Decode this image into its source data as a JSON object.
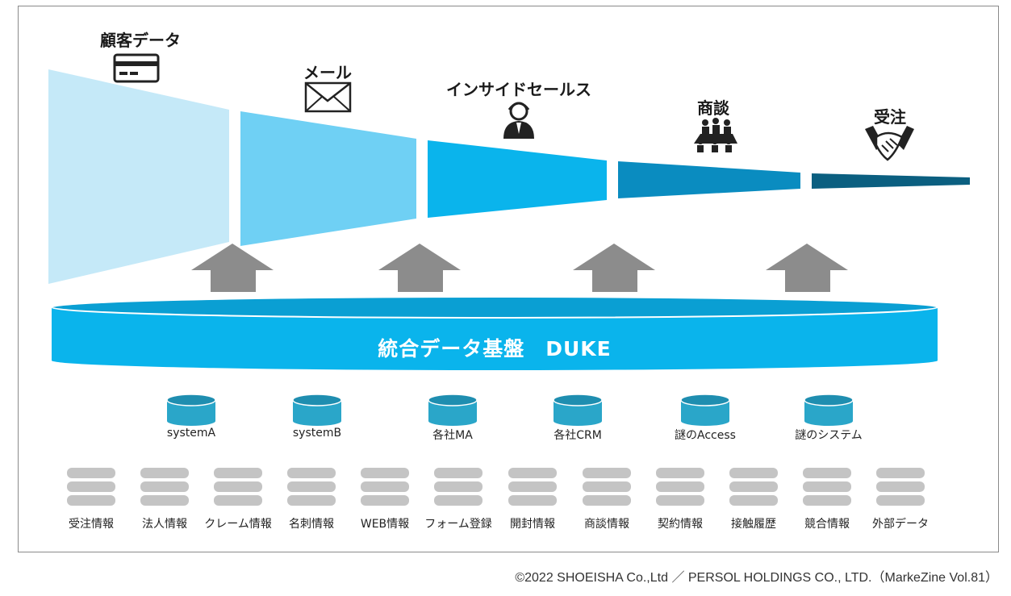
{
  "stages": [
    {
      "label": "顧客データ",
      "icon": "credit-card-icon",
      "color": "#c5e9f8"
    },
    {
      "label": "メール",
      "icon": "envelope-icon",
      "color": "#6fd0f4"
    },
    {
      "label": "インサイドセールス",
      "icon": "headset-person-icon",
      "color": "#0ab4ec"
    },
    {
      "label": "商談",
      "icon": "meeting-people-icon",
      "color": "#0a8cc0"
    },
    {
      "label": "受注",
      "icon": "handshake-icon",
      "color": "#0b5f80"
    }
  ],
  "platform": {
    "title": "統合データ基盤　DUKE",
    "color": "#0ab4ec"
  },
  "systems": [
    "systemA",
    "systemB",
    "各社MA",
    "各社CRM",
    "謎のAccess",
    "謎のシステム"
  ],
  "sources": [
    "受注情報",
    "法人情報",
    "クレーム情報",
    "名刺情報",
    "WEB情報",
    "フォーム登録",
    "開封情報",
    "商談情報",
    "契約情報",
    "接触履歴",
    "競合情報",
    "外部データ"
  ],
  "colors": {
    "arrow": "#8c8c8c",
    "system_db": "#2aa6c9",
    "source_db": "#c4c4c4"
  },
  "copyright": "©2022 SHOEISHA Co.,Ltd ／ PERSOL HOLDINGS CO., LTD.（MarkeZine Vol.81）"
}
